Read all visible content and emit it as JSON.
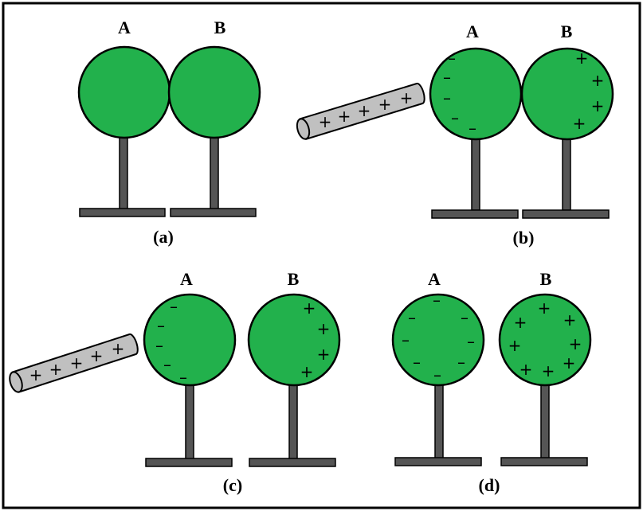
{
  "sphere_labels": {
    "a": "A",
    "b": "B"
  },
  "charge_symbols": {
    "positive": "+",
    "negative": "–"
  },
  "colors": {
    "sphere": "#22b14c",
    "stand": "#555555",
    "rod": "#c0c0c0",
    "border": "#000000"
  },
  "panels": [
    {
      "caption": "(a)",
      "rod": false,
      "sphere_a_charges": "none",
      "sphere_b_charges": "none",
      "spheres_touching": true,
      "negative_charges_a": 0,
      "positive_charges_b": 0,
      "rod_positive_charges": 0
    },
    {
      "caption": "(b)",
      "rod": true,
      "sphere_a_charges": "negative on left side",
      "sphere_b_charges": "positive on right side",
      "spheres_touching": true,
      "negative_charges_a": 5,
      "positive_charges_b": 4,
      "rod_positive_charges": 5
    },
    {
      "caption": "(c)",
      "rod": true,
      "sphere_a_charges": "negative on left side",
      "sphere_b_charges": "positive on right side",
      "spheres_touching": false,
      "negative_charges_a": 5,
      "positive_charges_b": 4,
      "rod_positive_charges": 5
    },
    {
      "caption": "(d)",
      "rod": false,
      "sphere_a_charges": "negative distributed uniformly",
      "sphere_b_charges": "positive distributed uniformly",
      "spheres_touching": false,
      "negative_charges_a": 8,
      "positive_charges_b": 8,
      "rod_positive_charges": 0
    }
  ]
}
